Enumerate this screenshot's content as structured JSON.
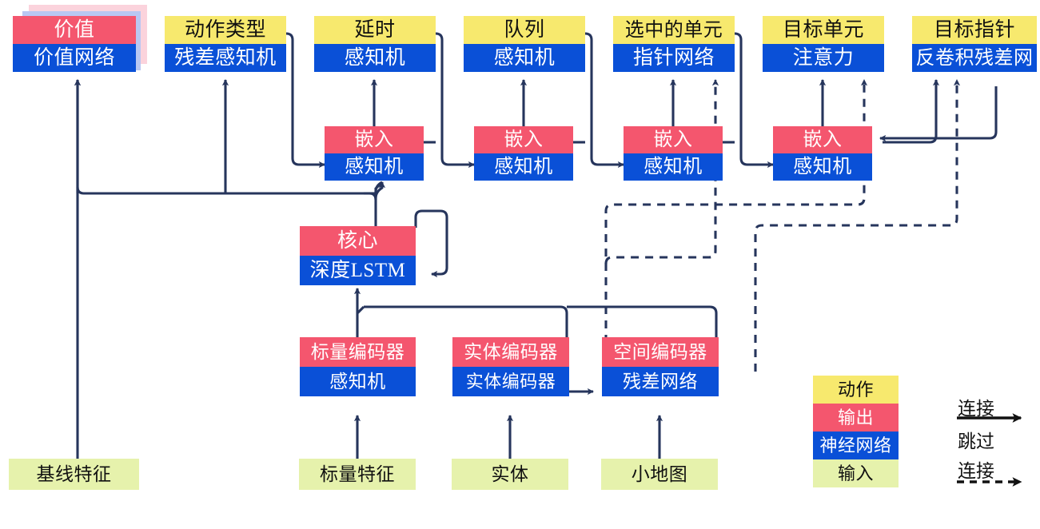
{
  "diagram": {
    "title": "",
    "palette": {
      "action": "#f7e96e",
      "output": "#f4566e",
      "network": "#0a50d7",
      "input": "#e6f2ac",
      "wire": "#26355c",
      "background": "#ffffff"
    }
  },
  "heads": [
    {
      "id": "value",
      "action": "价值",
      "network": "价值网络",
      "stacked": true
    },
    {
      "id": "action-type",
      "action": "动作类型",
      "network": "残差感知机",
      "stacked": false
    },
    {
      "id": "delay",
      "action": "延时",
      "network": "感知机",
      "stacked": false
    },
    {
      "id": "queued",
      "action": "队列",
      "network": "感知机",
      "stacked": false
    },
    {
      "id": "selected-units",
      "action": "选中的单元",
      "network": "指针网络",
      "stacked": false
    },
    {
      "id": "target-unit",
      "action": "目标单元",
      "network": "注意力",
      "stacked": false
    },
    {
      "id": "target-point",
      "action": "目标指针",
      "network": "反卷积残差网",
      "stacked": false
    }
  ],
  "embeddings": [
    {
      "id": "embed-1",
      "output": "嵌入",
      "network": "感知机"
    },
    {
      "id": "embed-2",
      "output": "嵌入",
      "network": "感知机"
    },
    {
      "id": "embed-3",
      "output": "嵌入",
      "network": "感知机"
    },
    {
      "id": "embed-4",
      "output": "嵌入",
      "network": "感知机"
    }
  ],
  "core": {
    "id": "core",
    "output": "核心",
    "network": "深度LSTM"
  },
  "encoders": [
    {
      "id": "scalar-encoder",
      "output": "标量编码器",
      "network": "感知机"
    },
    {
      "id": "entity-encoder",
      "output": "实体编码器",
      "network": "实体编码器"
    },
    {
      "id": "spatial-encoder",
      "output": "空间编码器",
      "network": "残差网络"
    }
  ],
  "inputs": [
    {
      "id": "baseline-features",
      "label": "基线特征"
    },
    {
      "id": "scalar-features",
      "label": "标量特征"
    },
    {
      "id": "entities",
      "label": "实体"
    },
    {
      "id": "minimap",
      "label": "小地图"
    }
  ],
  "legend": {
    "swatches": [
      {
        "id": "action",
        "label": "动作",
        "color": "#f7e96e"
      },
      {
        "id": "output",
        "label": "输出",
        "color": "#f4566e"
      },
      {
        "id": "network",
        "label": "神经网络",
        "color": "#0a50d7"
      },
      {
        "id": "input",
        "label": "输入",
        "color": "#e6f2ac"
      }
    ],
    "connection_label": "连接",
    "skip_label_line1": "跳过",
    "skip_label_line2": "连接"
  }
}
